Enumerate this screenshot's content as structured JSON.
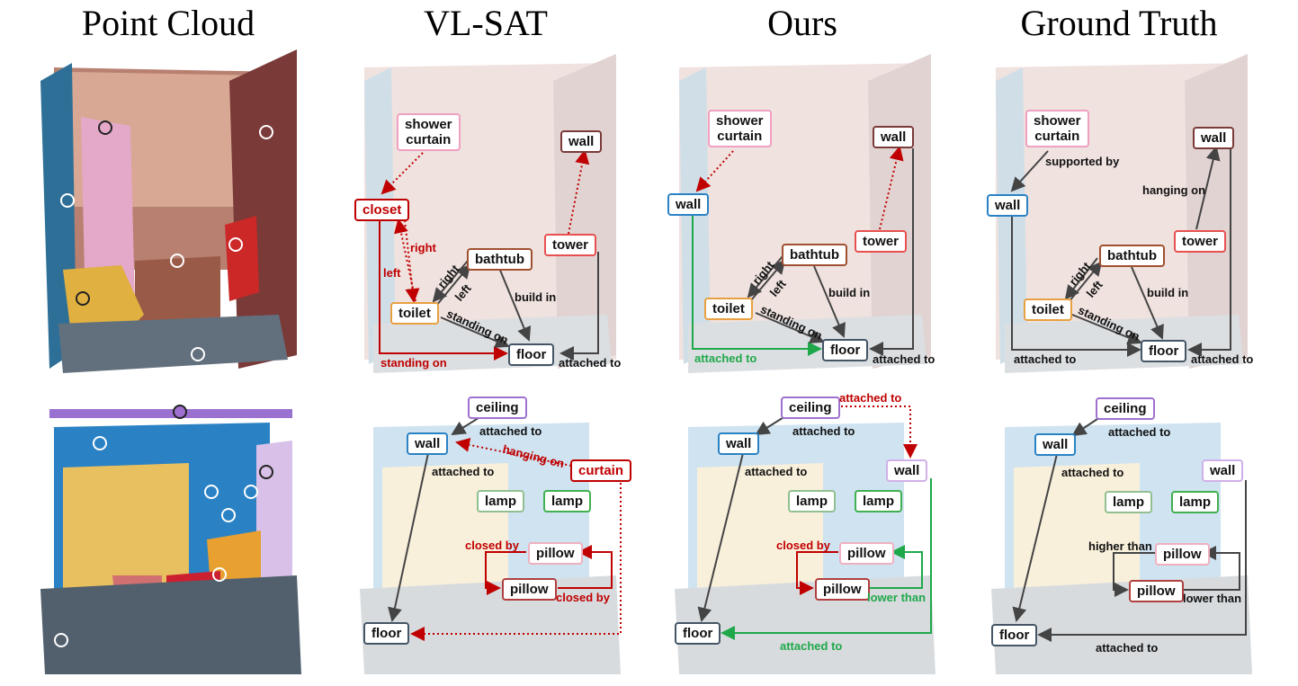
{
  "columns": [
    "Point Cloud",
    "VL-SAT",
    "Ours",
    "Ground Truth"
  ],
  "nodes": {
    "shower_curtain": "shower\ncurtain",
    "wall": "wall",
    "closet": "closet",
    "tower": "tower",
    "bathtub": "bathtub",
    "toilet": "toilet",
    "floor": "floor",
    "ceiling": "ceiling",
    "curtain": "curtain",
    "lamp": "lamp",
    "pillow": "pillow"
  },
  "relations": {
    "right": "right",
    "left": "left",
    "standing_on": "standing on",
    "build_in": "build in",
    "attached_to": "attached to",
    "supported_by": "supported by",
    "hanging_on": "hanging on",
    "closed_by": "closed by",
    "lower_than": "lower than",
    "higher_than": "higher than"
  },
  "colors": {
    "error": "#c00000",
    "correct": "#1fa84a",
    "normal": "#444444",
    "wall_blue": "#2a82c4",
    "curtain_pink": "#f0a0c0",
    "toilet_orange": "#e8a040",
    "bathtub_brown": "#a05030",
    "tower_red": "#e85050",
    "ceiling_purple": "#a070d0",
    "lamp_green": "#40b050",
    "pillow_pink": "#e090a0"
  }
}
